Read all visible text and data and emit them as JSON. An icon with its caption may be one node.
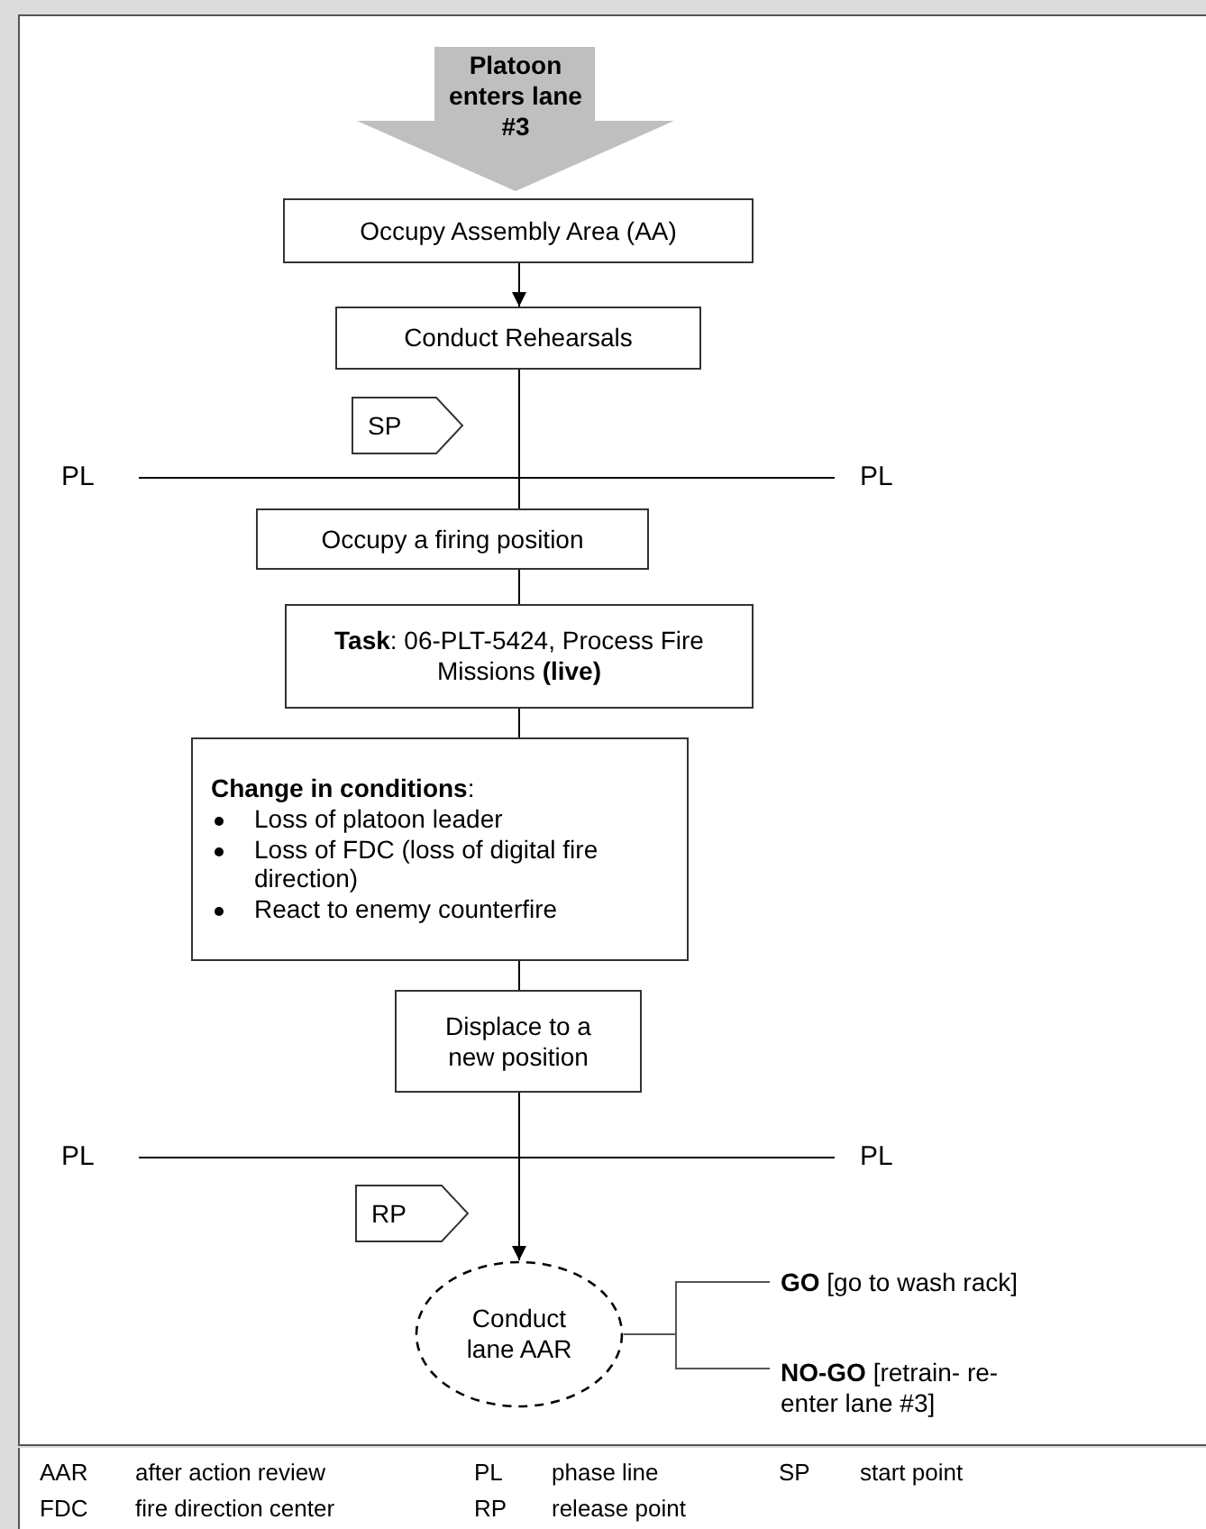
{
  "diagram": {
    "nodes": [
      {
        "text": [
          "Platoon enters lane #3"
        ]
      },
      {
        "text": [
          "Occupy Assembly Area (AA)"
        ]
      },
      {
        "text": [
          "Conduct Rehearsals"
        ]
      },
      {
        "text": [
          "SP"
        ]
      },
      {
        "text": [
          "Occupy a firing position"
        ]
      },
      {
        "text": [
          "**Task**: 06-PLT-5424, Process Fire Missions **(live)**"
        ]
      },
      {
        "text": [
          "**Change in conditions**:",
          "Loss of platoon leader",
          "Loss of FDC (loss of digital fire direction)",
          "React to enemy counterfire"
        ]
      },
      {
        "text": [
          "Displace to a new position"
        ]
      },
      {
        "text": [
          "RP"
        ]
      },
      {
        "text": [
          "Conduct lane AAR"
        ]
      },
      {
        "text": [
          "**GO** [go to wash rack]"
        ]
      },
      {
        "text": [
          "**NO-GO** [retrain- re-enter lane #3]"
        ]
      }
    ],
    "edges": [
      {
        "from": 1,
        "to": 2,
        "arrow": "to"
      },
      {
        "from": 2,
        "to": 4,
        "arrow": "none"
      },
      {
        "from": 4,
        "to": 5,
        "arrow": "none"
      },
      {
        "from": 5,
        "to": 6,
        "arrow": "none"
      },
      {
        "from": 6,
        "to": 7,
        "arrow": "none"
      },
      {
        "from": 7,
        "to": 9,
        "arrow": "to"
      },
      {
        "from": 9,
        "to": 10,
        "arrow": "none"
      },
      {
        "from": 9,
        "to": 11,
        "arrow": "none"
      }
    ],
    "labels": [
      "PL",
      "PL",
      "PL",
      "PL",
      "AAR",
      "after action review",
      "PL",
      "phase line",
      "SP",
      "start point",
      "FDC",
      "fire direction center",
      "RP",
      "release point"
    ]
  }
}
